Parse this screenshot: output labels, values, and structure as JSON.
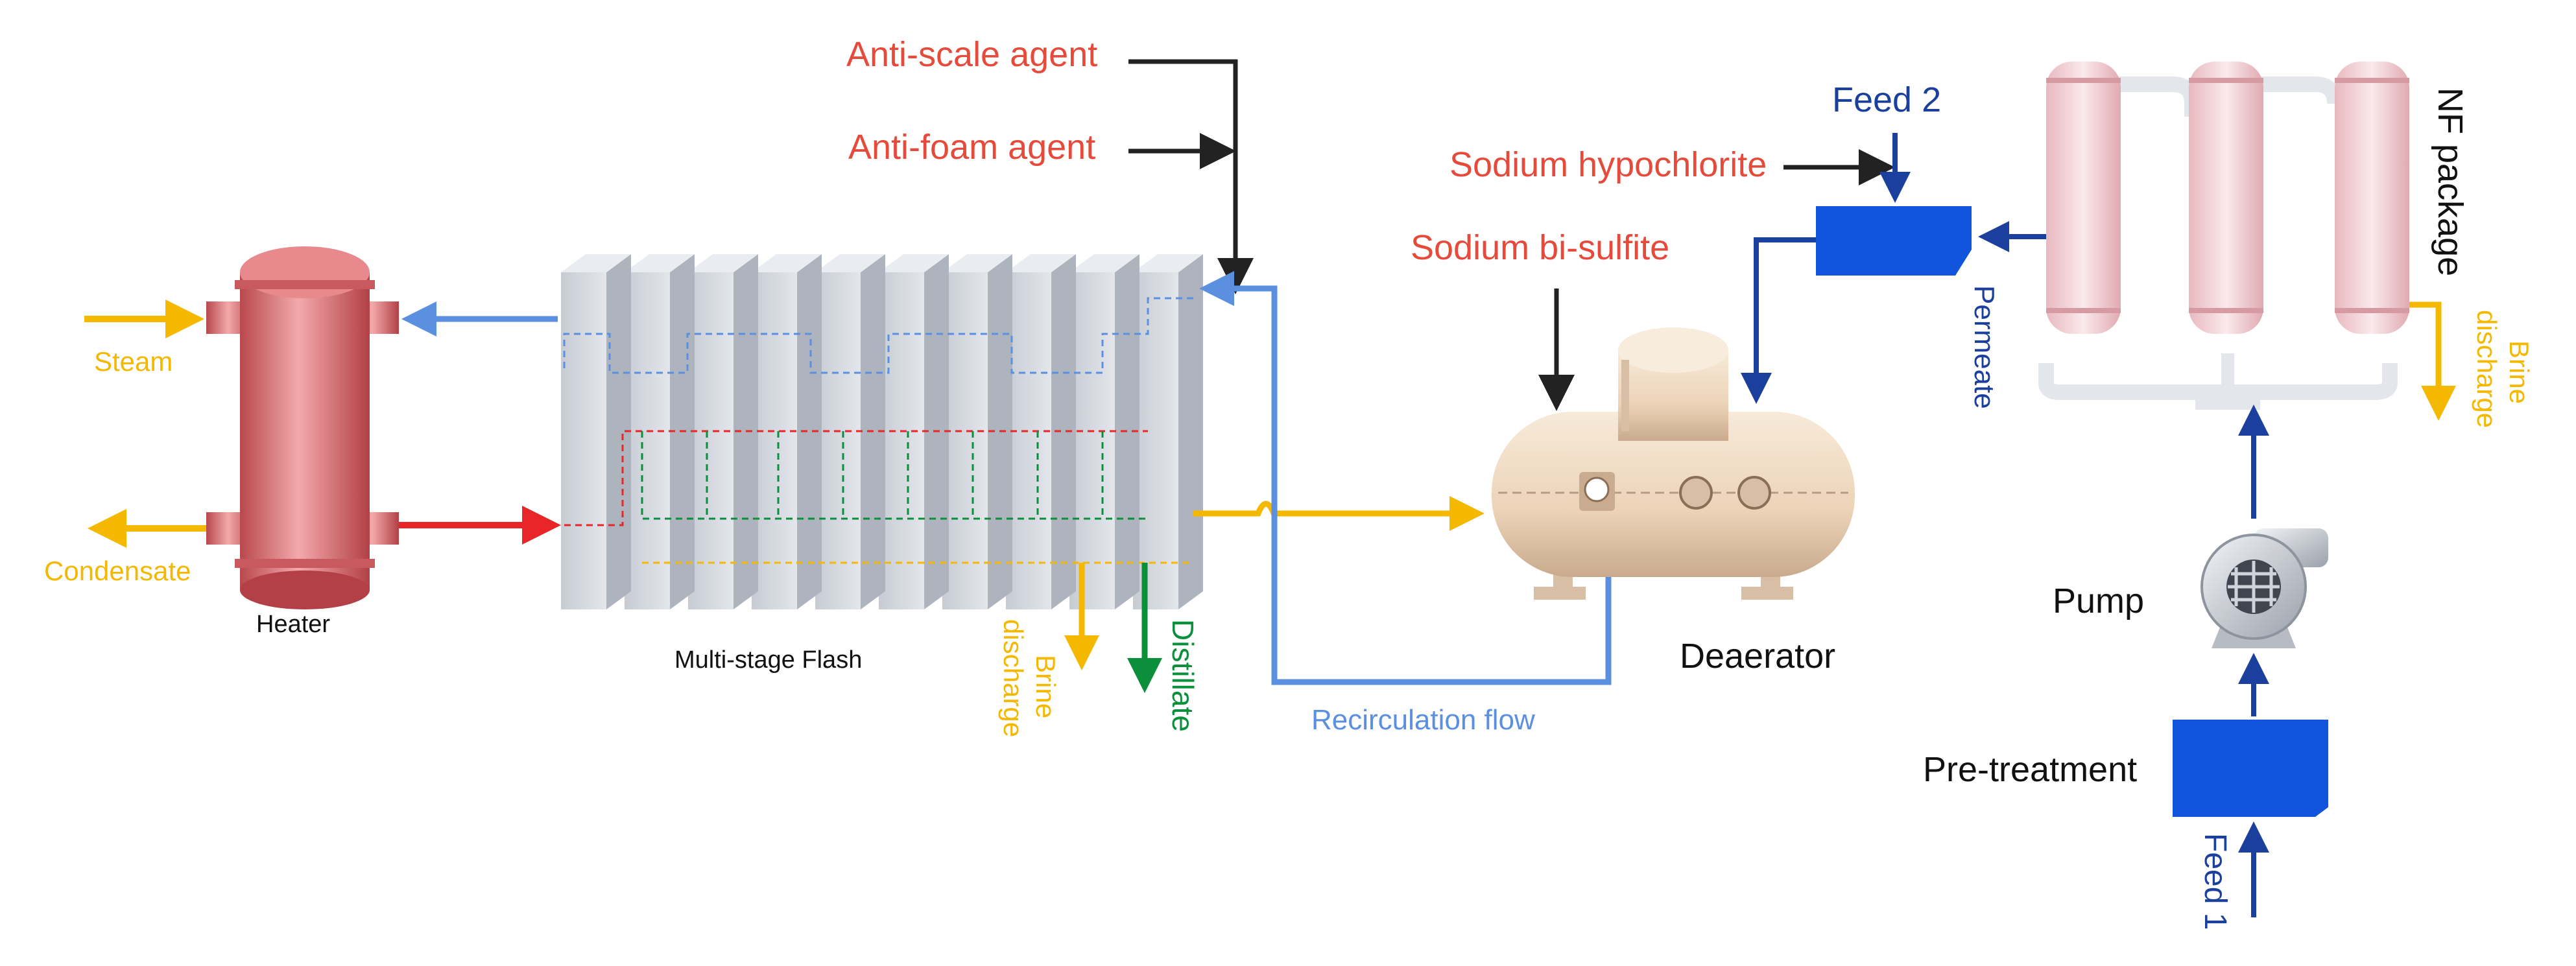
{
  "colors": {
    "heat_red": "#e8262a",
    "steam_yellow": "#f5b800",
    "distillate_green": "#0b8f3a",
    "recirc_blue": "#5b8fe0",
    "nf_blue": "#1a3f9c",
    "block_blue": "#1155dd",
    "chemical_label_red": "#e64a3b",
    "arrow_black": "#222222",
    "heater_body": "#d9767a",
    "deaerator_body": "#efd9c2",
    "flash_panel": "#d2d7df",
    "nf_vessel": "#f1d3d7"
  },
  "labels": {
    "anti_scale": "Anti-scale agent",
    "anti_foam": "Anti-foam agent",
    "sodium_hypochlorite": "Sodium hypochlorite",
    "sodium_bisulfite": "Sodium bi-sulfite",
    "feed2": "Feed 2",
    "feed1": "Feed 1",
    "nf_package": "NF package",
    "permeate": "Permeate",
    "brine_discharge_word1": "Brine",
    "brine_discharge_word2": "discharge",
    "steam": "Steam",
    "condensate": "Condensate",
    "heater": "Heater",
    "msf": "Multi-stage Flash",
    "distillate": "Distillate",
    "recirculation_flow": "Recirculation flow",
    "deaerator": "Deaerator",
    "pump": "Pump",
    "pretreatment": "Pre-treatment"
  }
}
